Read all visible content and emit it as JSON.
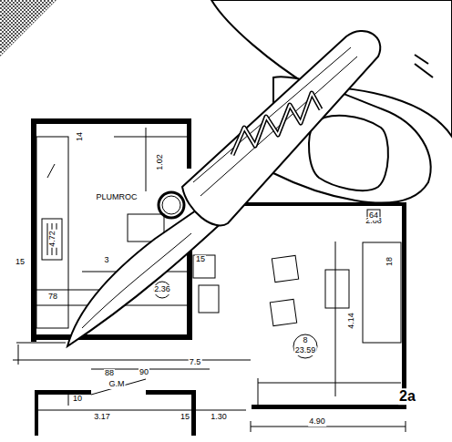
{
  "diagram": {
    "labels": [
      "14",
      "1.02",
      "PLUMROC",
      "4.72",
      "15",
      "3",
      "15",
      "78",
      "2.36",
      "2.88",
      "64",
      "18",
      "4.14",
      "8",
      "23.59",
      "88",
      "90",
      "7.5",
      "G.M",
      "10",
      "3.17",
      "15",
      "1.30",
      "4.90",
      "2a"
    ]
  }
}
